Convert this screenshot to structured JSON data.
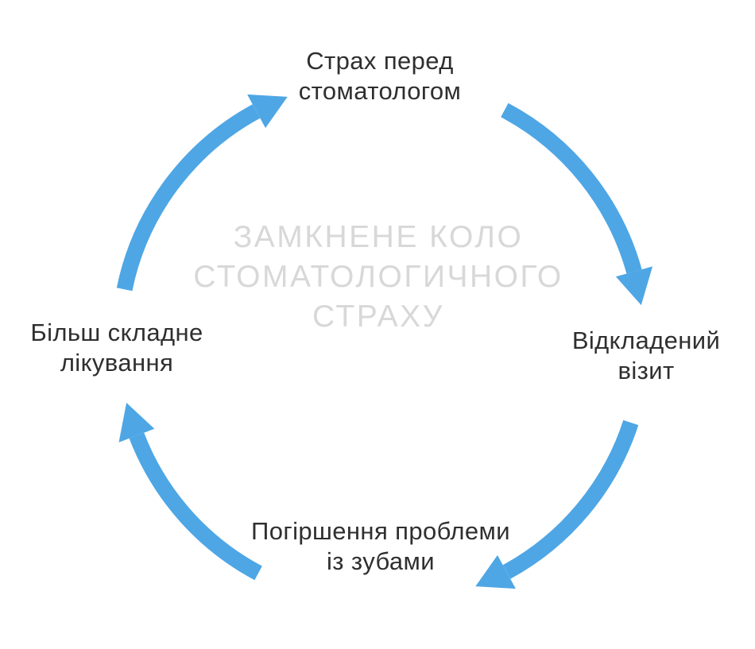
{
  "diagram": {
    "center_title": "ЗАМКНЕНЕ КОЛО\nСТОМАТОЛОГИЧНОГО\nСТРАХУ",
    "nodes": {
      "top": "Страх перед\nстоматологом",
      "right": "Відкладений\nвізит",
      "bottom": "Погіршення проблеми\nіз зубами",
      "left": "Більш складне\nлікування"
    },
    "arrows": [
      {
        "from": "left",
        "to": "top"
      },
      {
        "from": "top",
        "to": "right"
      },
      {
        "from": "right",
        "to": "bottom"
      },
      {
        "from": "bottom",
        "to": "left"
      }
    ],
    "colors": {
      "arrow": "#4ea6e5",
      "node_text": "#2f2f2f",
      "center_text": "#d8d8d8",
      "background": "#ffffff"
    }
  }
}
